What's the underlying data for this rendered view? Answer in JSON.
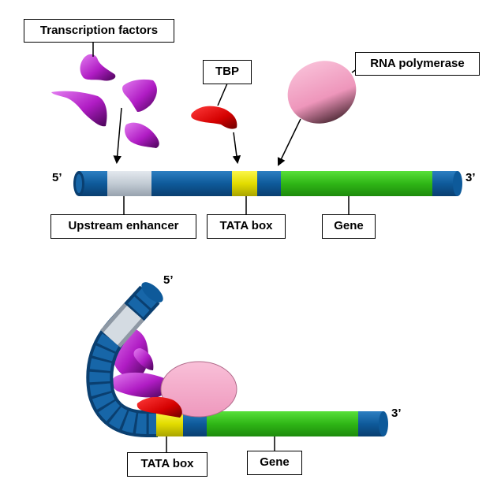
{
  "top": {
    "labels": {
      "transcription_factors": "Transcription factors",
      "tbp": "TBP",
      "rna_polymerase": "RNA polymerase",
      "upstream_enhancer": "Upstream enhancer",
      "tata_box": "TATA box",
      "gene": "Gene"
    },
    "ends": {
      "five_prime": "5’",
      "three_prime": "3’"
    }
  },
  "bottom": {
    "labels": {
      "tata_box": "TATA box",
      "gene": "Gene"
    },
    "ends": {
      "five_prime": "5’",
      "three_prime": "3’"
    }
  },
  "colors": {
    "dna": "#1766a8",
    "enhancer": "#c7d0d8",
    "tata": "#e6e000",
    "gene": "#3cc21e",
    "transcription_factor": "#b01cc4",
    "tbp": "#d40000",
    "rna_polymerase": "#f4a9c8"
  }
}
